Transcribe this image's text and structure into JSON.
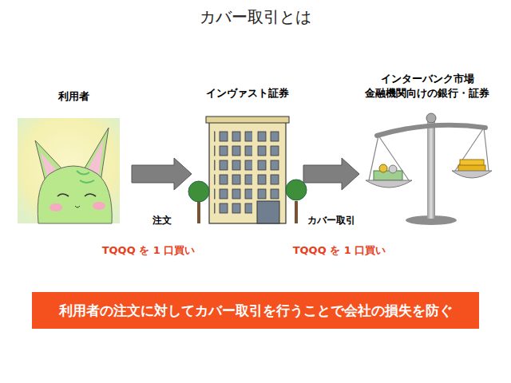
{
  "diagram": {
    "title": "カバー取引とは",
    "nodes": [
      {
        "text": [
          "利用者"
        ]
      },
      {
        "text": [
          "インヴァスト証券"
        ]
      },
      {
        "text": [
          "インターバンク市場",
          "金融機関向けの銀行・証券"
        ]
      },
      {
        "text": [
          "利用者の注文に対してカバー取引を行うことで会社の損失を防ぐ"
        ]
      }
    ],
    "edges": [
      {
        "from": 0,
        "to": 1,
        "arrow": "to",
        "label": "注文"
      },
      {
        "from": 1,
        "to": 2,
        "arrow": "to",
        "label": "カバー取引"
      }
    ],
    "labels": [
      "TQQQ を 1 口買い",
      "TQQQ を 1 口買い"
    ]
  }
}
